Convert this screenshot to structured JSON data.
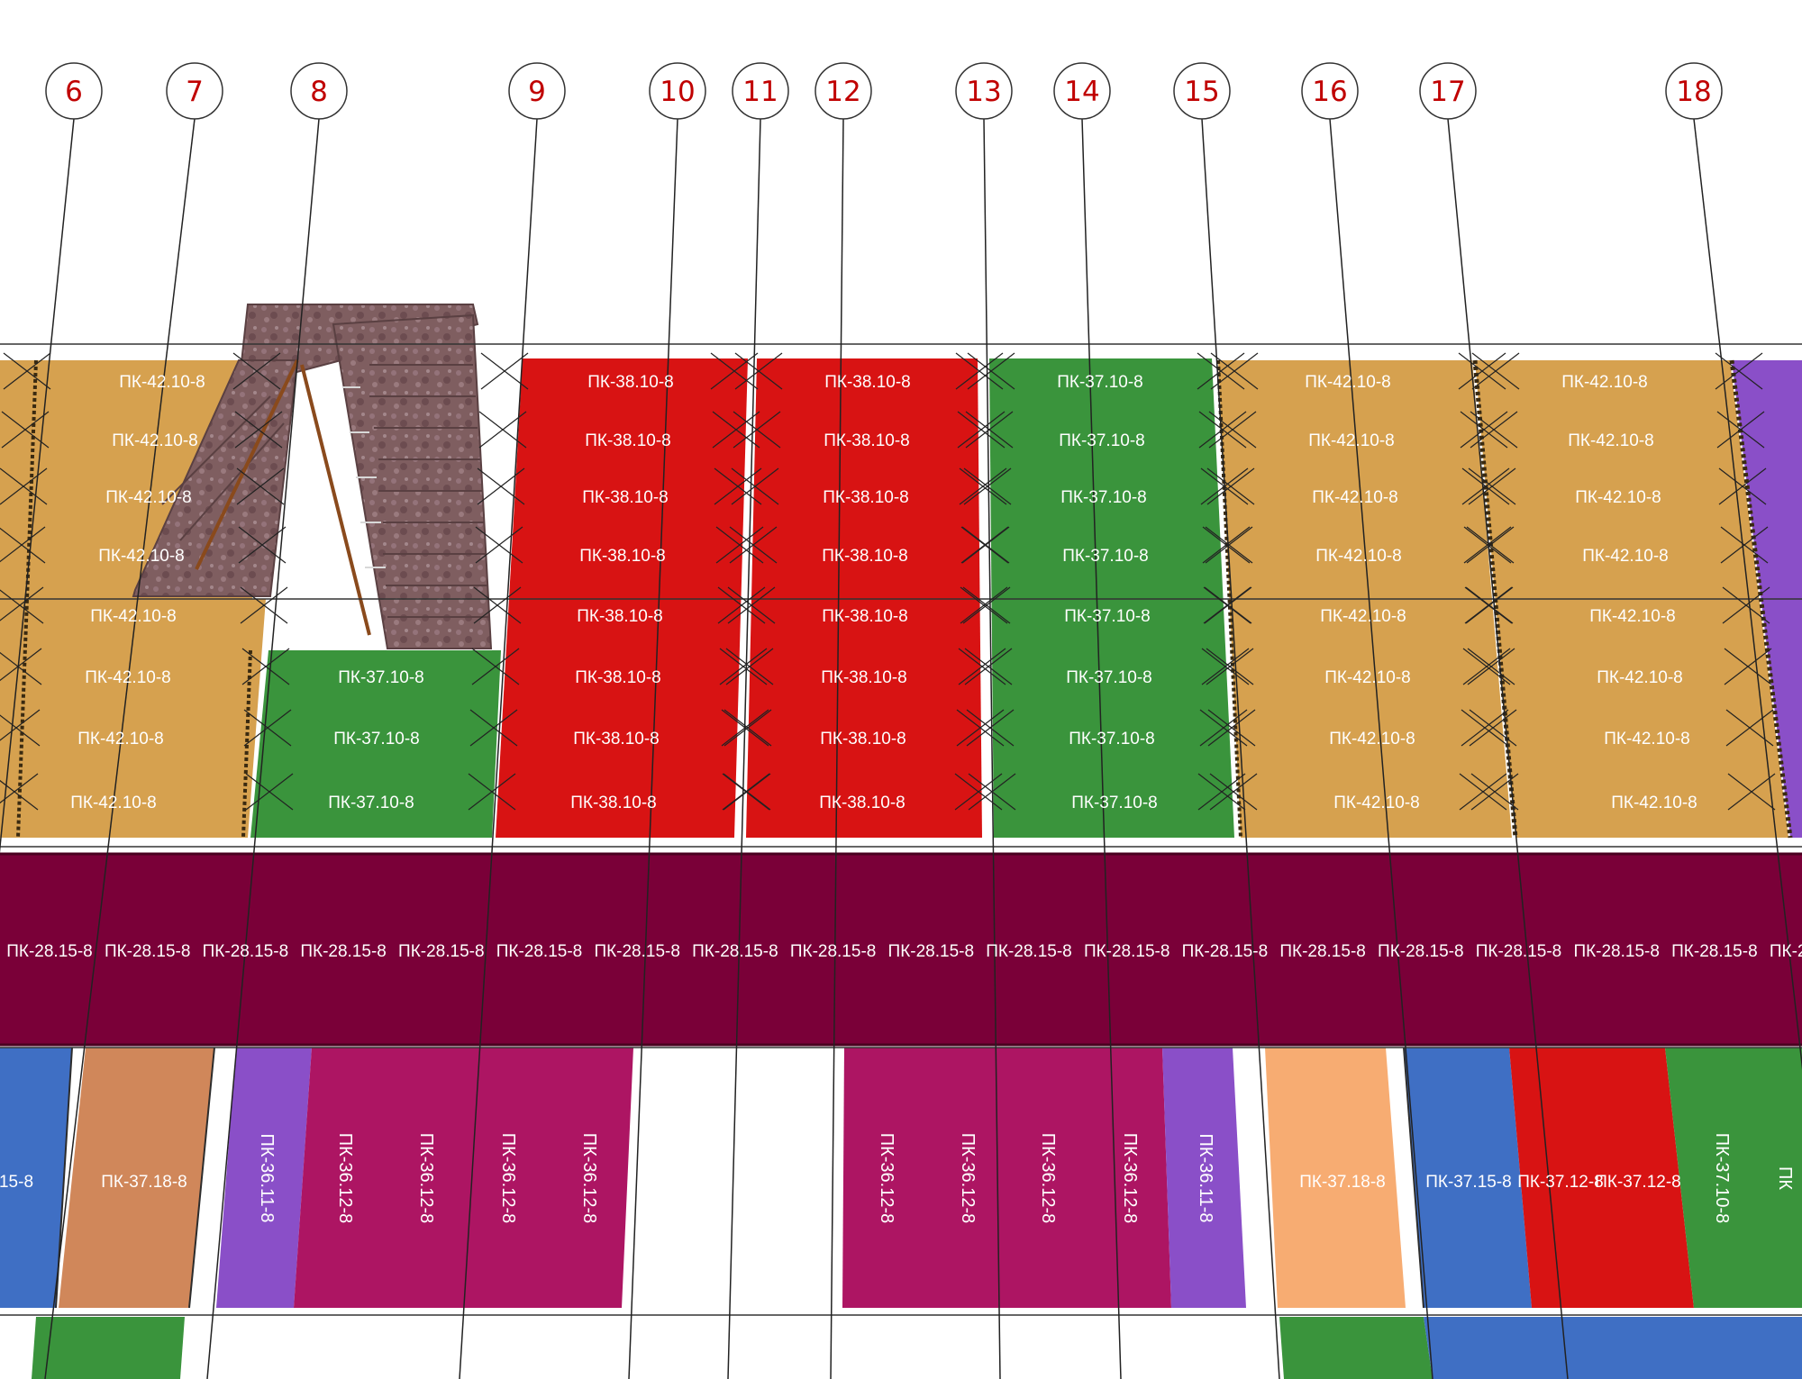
{
  "axes": [
    "6",
    "7",
    "8",
    "9",
    "10",
    "11",
    "12",
    "13",
    "14",
    "15",
    "16",
    "17",
    "18"
  ],
  "slabs": {
    "pk_42_10_8": "ПК-42.10-8",
    "pk_38_10_8": "ПК-38.10-8",
    "pk_37_10_8": "ПК-37.10-8",
    "pk_28_15_8": "ПК-28.15-8",
    "pk_37_18_8": "ПК-37.18-8",
    "pk_36_11_8": "ПК-36.11-8",
    "pk_36_12_8": "ПК-36.12-8",
    "pk_37_15_8": "ПК-37.15-8",
    "pk_37_12_8": "ПК-37.12-8",
    "pk_37_10_8_short": "ПК-37.10-8",
    "partial_15_8": "15-8",
    "partial_pk": "ПК"
  },
  "colors": {
    "tan": "#d6a14f",
    "red": "#d81313",
    "green": "#3a943c",
    "maroon": "#7a0038",
    "magenta": "#ad1563",
    "violet": "#8a4fc8",
    "blue": "#3f6fc4",
    "copper": "#d0875a",
    "peach": "#f7ac72",
    "axis_red": "#c00000"
  }
}
